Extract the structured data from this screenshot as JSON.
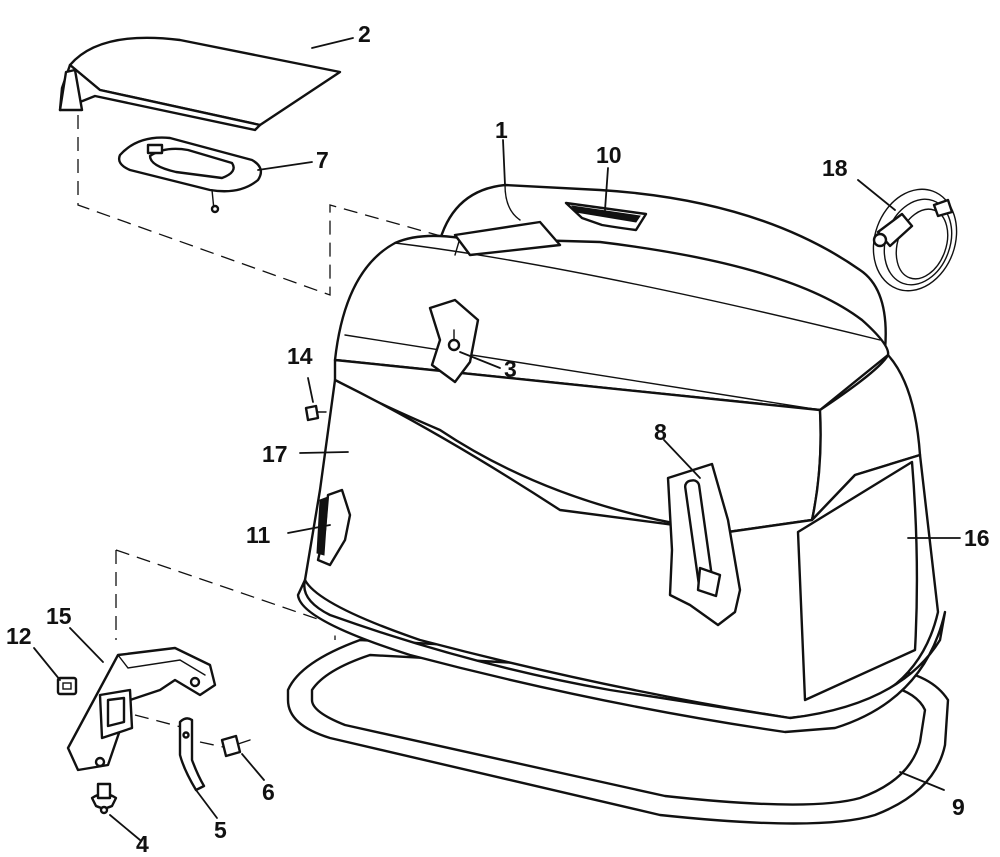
{
  "diagram": {
    "callouts": {
      "c1": "1",
      "c2": "2",
      "c3": "3",
      "c4": "4",
      "c5": "5",
      "c6": "6",
      "c7": "7",
      "c8": "8",
      "c9": "9",
      "c10": "10",
      "c11": "11",
      "c12": "12",
      "c14": "14",
      "c15": "15",
      "c16": "16",
      "c17": "17",
      "c18": "18"
    }
  }
}
